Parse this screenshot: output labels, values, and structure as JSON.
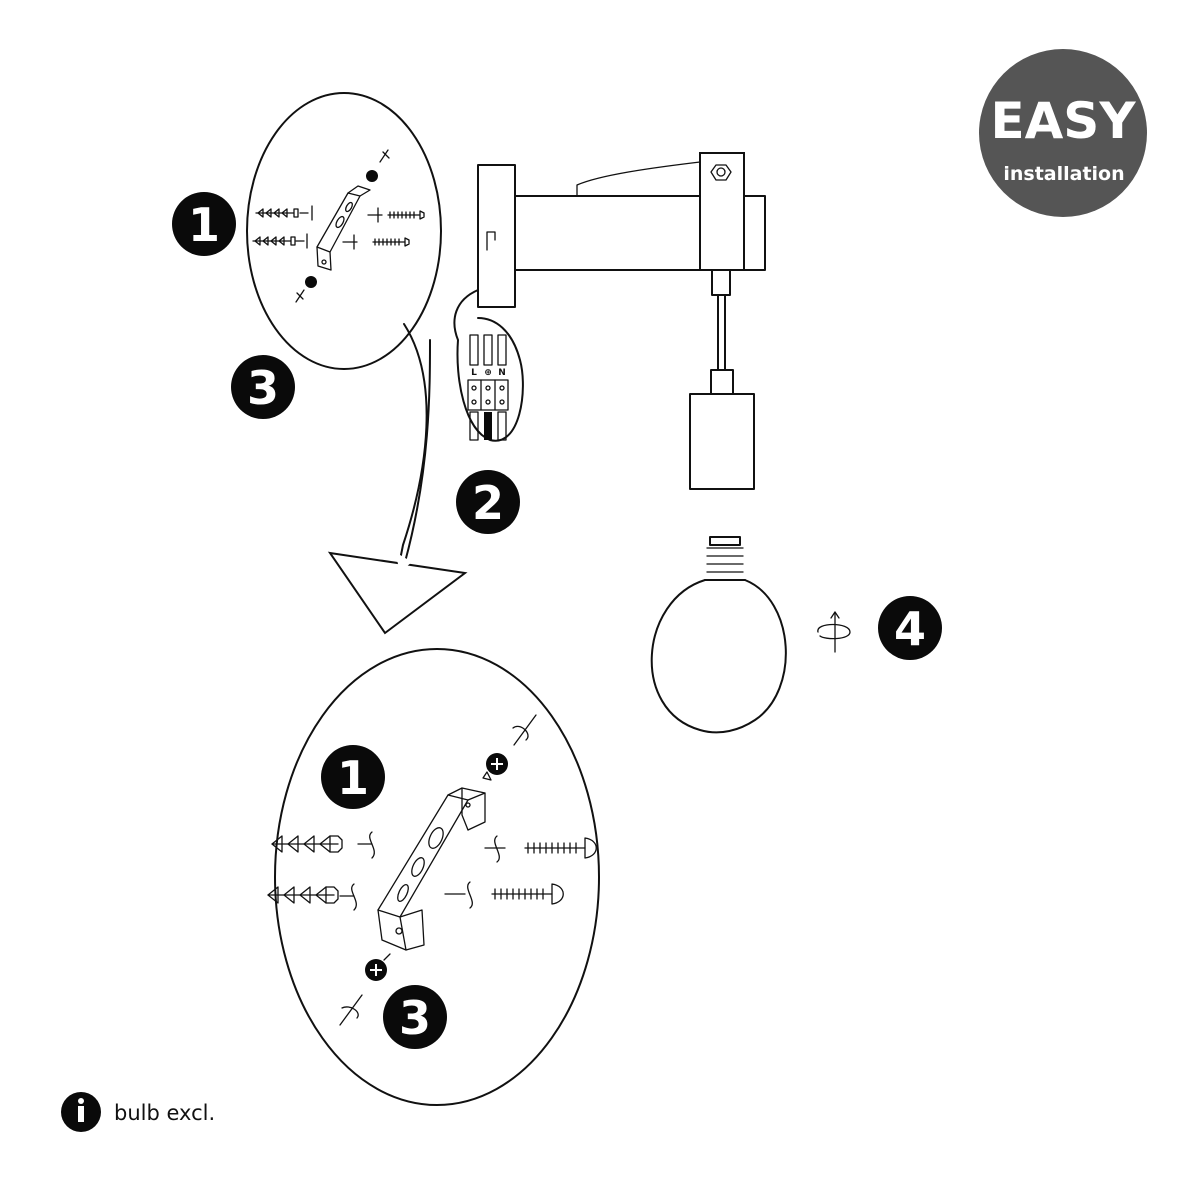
{
  "badge": {
    "title": "EASY",
    "subtitle": "installation",
    "color": "#555555"
  },
  "steps": {
    "mount_small": "1",
    "mount_small_screw": "3",
    "wiring": "2",
    "bulb": "4",
    "mount_large": "1",
    "mount_large_screw": "3"
  },
  "terminal_labels": [
    "L",
    "⊕",
    "N"
  ],
  "note": {
    "icon": "info-icon",
    "text": "bulb excl."
  }
}
